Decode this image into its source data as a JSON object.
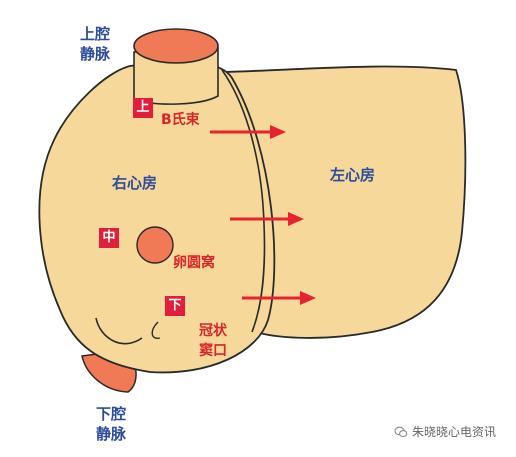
{
  "labels": {
    "svc": [
      "上腔",
      "静脉"
    ],
    "ivc": [
      "下腔",
      "静脉"
    ],
    "right_atrium": "右心房",
    "left_atrium": "左心房",
    "bachmann": "B氏束",
    "fossa_ovalis": "卵圆窝",
    "cs_ostium": [
      "冠状",
      "窦口"
    ]
  },
  "markers": {
    "upper": "上",
    "middle": "中",
    "lower": "下"
  },
  "watermark": "朱晓晓心电资讯",
  "colors": {
    "atrium_fill": "#f6d99a",
    "atrium_stroke": "#2a2a2a",
    "vessel_fill": "#f07a55",
    "arrow": "#e8222e",
    "marker_bg": "#e01f3d",
    "label_blue": "#2d4c9a",
    "label_red": "#d7262a"
  }
}
